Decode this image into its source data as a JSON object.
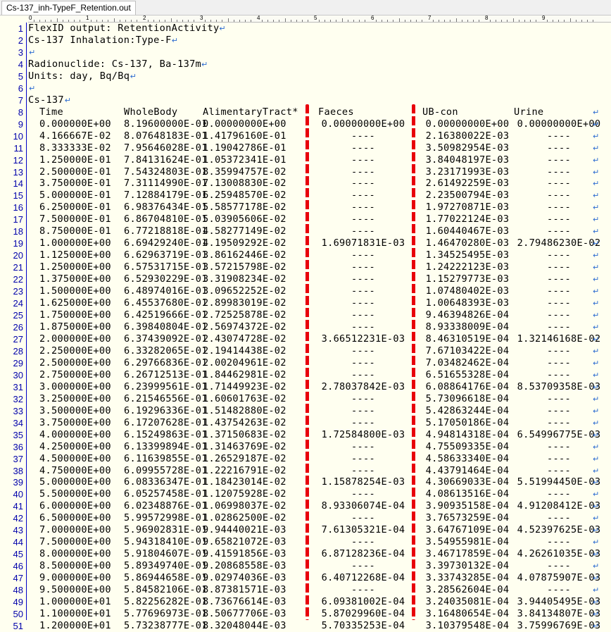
{
  "tab": {
    "title": "Cs-137_inh-TypeF_Retention.out"
  },
  "ruler": {
    "marks": [
      "0",
      "1",
      "2",
      "3",
      "4",
      "5",
      "6",
      "7",
      "8",
      "9"
    ]
  },
  "header_lines": [
    "FlexID output: RetentionActivity",
    "Cs-137 Inhalation:Type-F",
    "",
    "Radionuclide: Cs-137, Ba-137m",
    "Units: day, Bq/Bq",
    "",
    "Cs-137"
  ],
  "columns": [
    "Time",
    "WholeBody",
    "AlimentaryTract*",
    "Faeces",
    "UB-con",
    "Urine"
  ],
  "rows": [
    [
      "0.000000E+00",
      "8.19600000E-01",
      "0.00000000E+00",
      "0.00000000E+00",
      "0.00000000E+00",
      "0.00000000E+00"
    ],
    [
      "4.166667E-02",
      "8.07648183E-01",
      "1.41796160E-01",
      "----",
      "2.16380022E-03",
      "----"
    ],
    [
      "8.333333E-02",
      "7.95646028E-01",
      "1.19042786E-01",
      "----",
      "3.50982954E-03",
      "----"
    ],
    [
      "1.250000E-01",
      "7.84131624E-01",
      "1.05372341E-01",
      "----",
      "3.84048197E-03",
      "----"
    ],
    [
      "2.500000E-01",
      "7.54324803E-01",
      "8.35994757E-02",
      "----",
      "3.23171993E-03",
      "----"
    ],
    [
      "3.750000E-01",
      "7.31114990E-01",
      "7.13008830E-02",
      "----",
      "2.61492259E-03",
      "----"
    ],
    [
      "5.000000E-01",
      "7.12884179E-01",
      "6.25948570E-02",
      "----",
      "2.23500794E-03",
      "----"
    ],
    [
      "6.250000E-01",
      "6.98376434E-01",
      "5.58577178E-02",
      "----",
      "1.97270871E-03",
      "----"
    ],
    [
      "7.500000E-01",
      "6.86704810E-01",
      "5.03905606E-02",
      "----",
      "1.77022124E-03",
      "----"
    ],
    [
      "8.750000E-01",
      "6.77218818E-01",
      "4.58277149E-02",
      "----",
      "1.60440467E-03",
      "----"
    ],
    [
      "1.000000E+00",
      "6.69429240E-01",
      "4.19509292E-02",
      "1.69071831E-03",
      "1.46470280E-03",
      "2.79486230E-02"
    ],
    [
      "1.125000E+00",
      "6.62963719E-01",
      "3.86162446E-02",
      "----",
      "1.34525495E-03",
      "----"
    ],
    [
      "1.250000E+00",
      "6.57531715E-01",
      "3.57215798E-02",
      "----",
      "1.24222123E-03",
      "----"
    ],
    [
      "1.375000E+00",
      "6.52930229E-01",
      "3.31908234E-02",
      "----",
      "1.15279773E-03",
      "----"
    ],
    [
      "1.500000E+00",
      "6.48974016E-01",
      "3.09652252E-02",
      "----",
      "1.07480402E-03",
      "----"
    ],
    [
      "1.625000E+00",
      "6.45537680E-01",
      "2.89983019E-02",
      "----",
      "1.00648393E-03",
      "----"
    ],
    [
      "1.750000E+00",
      "6.42519666E-01",
      "2.72525878E-02",
      "----",
      "9.46394826E-04",
      "----"
    ],
    [
      "1.875000E+00",
      "6.39840804E-01",
      "2.56974372E-02",
      "----",
      "8.93338009E-04",
      "----"
    ],
    [
      "2.000000E+00",
      "6.37439092E-01",
      "2.43074728E-02",
      "3.66512231E-03",
      "8.46310519E-04",
      "1.32146168E-02"
    ],
    [
      "2.250000E+00",
      "6.33282065E-01",
      "2.19414438E-02",
      "----",
      "7.67103422E-04",
      "----"
    ],
    [
      "2.500000E+00",
      "6.29766836E-01",
      "2.00204961E-02",
      "----",
      "7.03482462E-04",
      "----"
    ],
    [
      "2.750000E+00",
      "6.26712513E-01",
      "1.84462981E-02",
      "----",
      "6.51655328E-04",
      "----"
    ],
    [
      "3.000000E+00",
      "6.23999561E-01",
      "1.71449923E-02",
      "2.78037842E-03",
      "6.08864176E-04",
      "8.53709358E-03"
    ],
    [
      "3.250000E+00",
      "6.21546556E-01",
      "1.60601763E-02",
      "----",
      "5.73096618E-04",
      "----"
    ],
    [
      "3.500000E+00",
      "6.19296336E-01",
      "1.51482880E-02",
      "----",
      "5.42863244E-04",
      "----"
    ],
    [
      "3.750000E+00",
      "6.17207628E-01",
      "1.43754263E-02",
      "----",
      "5.17050186E-04",
      "----"
    ],
    [
      "4.000000E+00",
      "6.15249863E-01",
      "1.37150683E-02",
      "1.72584800E-03",
      "4.94814318E-04",
      "6.54996775E-03"
    ],
    [
      "4.250000E+00",
      "6.13399894E-01",
      "1.31463769E-02",
      "----",
      "4.75509335E-04",
      "----"
    ],
    [
      "4.500000E+00",
      "6.11639855E-01",
      "1.26529187E-02",
      "----",
      "4.58633340E-04",
      "----"
    ],
    [
      "4.750000E+00",
      "6.09955728E-01",
      "1.22216791E-02",
      "----",
      "4.43791464E-04",
      "----"
    ],
    [
      "5.000000E+00",
      "6.08336347E-01",
      "1.18423014E-02",
      "1.15878254E-03",
      "4.30669033E-04",
      "5.51994450E-03"
    ],
    [
      "5.500000E+00",
      "6.05257458E-01",
      "1.12075928E-02",
      "----",
      "4.08613516E-04",
      "----"
    ],
    [
      "6.000000E+00",
      "6.02348876E-01",
      "1.06998037E-02",
      "8.93306074E-04",
      "3.90935158E-04",
      "4.91208412E-03"
    ],
    [
      "6.500000E+00",
      "5.99572998E-01",
      "1.02862500E-02",
      "----",
      "3.76573259E-04",
      "----"
    ],
    [
      "7.000000E+00",
      "5.96902831E-01",
      "9.94440021E-03",
      "7.61305321E-04",
      "3.64767109E-04",
      "4.52397625E-03"
    ],
    [
      "7.500000E+00",
      "5.94318410E-01",
      "9.65821072E-03",
      "----",
      "3.54955981E-04",
      "----"
    ],
    [
      "8.000000E+00",
      "5.91804607E-01",
      "9.41591856E-03",
      "6.87128236E-04",
      "3.46717859E-04",
      "4.26261035E-03"
    ],
    [
      "8.500000E+00",
      "5.89349740E-01",
      "9.20868558E-03",
      "----",
      "3.39730132E-04",
      "----"
    ],
    [
      "9.000000E+00",
      "5.86944658E-01",
      "9.02974036E-03",
      "6.40712268E-04",
      "3.33743285E-04",
      "4.07875907E-03"
    ],
    [
      "9.500000E+00",
      "5.84582106E-01",
      "8.87381571E-03",
      "----",
      "3.28562604E-04",
      "----"
    ],
    [
      "1.000000E+01",
      "5.82256282E-01",
      "8.73676614E-03",
      "6.09381002E-04",
      "3.24035081E-04",
      "3.94405495E-03"
    ],
    [
      "1.100000E+01",
      "5.77696973E-01",
      "8.50677706E-03",
      "5.87029960E-04",
      "3.16480654E-04",
      "3.84134807E-03"
    ],
    [
      "1.200000E+01",
      "5.73238777E-01",
      "8.32048044E-03",
      "5.70335253E-04",
      "3.10379548E-04",
      "3.75996769E-03"
    ]
  ],
  "line_numbers_start": 1
}
